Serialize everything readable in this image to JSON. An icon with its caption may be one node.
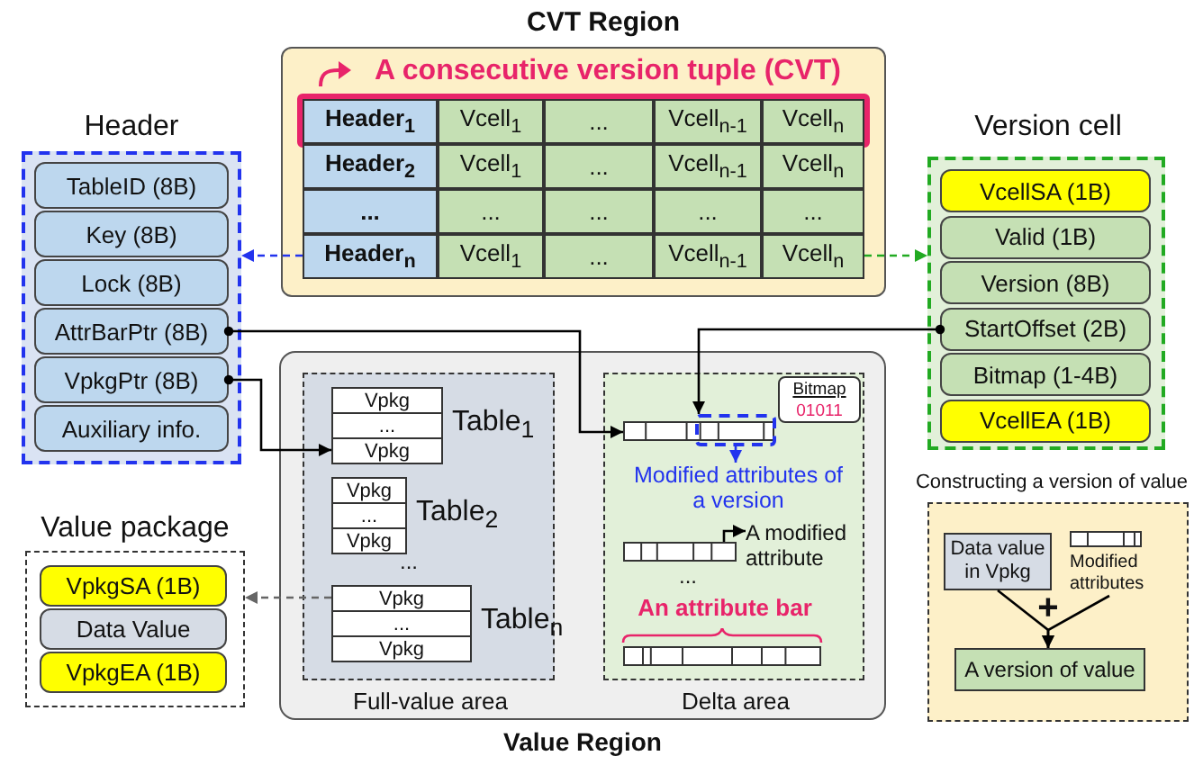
{
  "diagram": {
    "nodes": [
      {
        "text": [
          "CVT Region"
        ]
      },
      {
        "text": [
          "A consecutive version tuple (CVT)"
        ],
        "in": 0
      },
      {
        "text": [
          "Header$_{1}$"
        ],
        "in": 1
      },
      {
        "text": [
          "Vcell$_{1}$"
        ],
        "in": 1
      },
      {
        "text": [
          "..."
        ],
        "in": 1
      },
      {
        "text": [
          "Vcell$_{n-1}$"
        ],
        "in": 1
      },
      {
        "text": [
          "Vcell$_{n}$"
        ],
        "in": 1
      },
      {
        "text": [
          "Header$_{2}$"
        ],
        "in": 0
      },
      {
        "text": [
          "Vcell$_{1}$"
        ],
        "in": 0
      },
      {
        "text": [
          "..."
        ],
        "in": 0
      },
      {
        "text": [
          "Vcell$_{n-1}$"
        ],
        "in": 0
      },
      {
        "text": [
          "Vcell$_{n}$"
        ],
        "in": 0
      },
      {
        "text": [
          "..."
        ],
        "in": 0
      },
      {
        "text": [
          "..."
        ],
        "in": 0
      },
      {
        "text": [
          "..."
        ],
        "in": 0
      },
      {
        "text": [
          "..."
        ],
        "in": 0
      },
      {
        "text": [
          "..."
        ],
        "in": 0
      },
      {
        "text": [
          "Header$_{n}$"
        ],
        "in": 0
      },
      {
        "text": [
          "Vcell$_{1}$"
        ],
        "in": 0
      },
      {
        "text": [
          "..."
        ],
        "in": 0
      },
      {
        "text": [
          "Vcell$_{n-1}$"
        ],
        "in": 0
      },
      {
        "text": [
          "Vcell$_{n}$"
        ],
        "in": 0
      },
      {
        "text": [
          "Header"
        ]
      },
      {
        "text": [
          "TableID (8B)"
        ],
        "in": 22
      },
      {
        "text": [
          "Key (8B)"
        ],
        "in": 22
      },
      {
        "text": [
          "Lock (8B)"
        ],
        "in": 22
      },
      {
        "text": [
          "AttrBarPtr (8B)"
        ],
        "in": 22
      },
      {
        "text": [
          "VpkgPtr (8B)"
        ],
        "in": 22
      },
      {
        "text": [
          "Auxiliary info."
        ],
        "in": 22
      },
      {
        "text": [
          "Version cell"
        ]
      },
      {
        "text": [
          "VcellSA (1B)"
        ],
        "in": 29
      },
      {
        "text": [
          "Valid (1B)"
        ],
        "in": 29
      },
      {
        "text": [
          "Version (8B)"
        ],
        "in": 29
      },
      {
        "text": [
          "StartOffset (2B)"
        ],
        "in": 29
      },
      {
        "text": [
          "Bitmap (1-4B)"
        ],
        "in": 29
      },
      {
        "text": [
          "VcellEA (1B)"
        ],
        "in": 29
      },
      {
        "text": [
          "Value Region"
        ]
      },
      {
        "text": [
          "Full-value area"
        ],
        "in": 36
      },
      {
        "text": [
          "Vpkg",
          "...",
          "Vpkg"
        ],
        "beside": [
          "Table$_{1}$"
        ],
        "in": 37
      },
      {
        "text": [
          "Vpkg",
          "...",
          "Vpkg"
        ],
        "beside": [
          "Table$_{2}$"
        ],
        "in": 37
      },
      {
        "text": [
          "Vpkg",
          "...",
          "Vpkg"
        ],
        "beside": [
          "Table$_{n}$"
        ],
        "in": 37
      },
      {
        "text": [
          "Delta area"
        ],
        "in": 36
      },
      {
        "text": [],
        "shape": "bar",
        "in": 41
      },
      {
        "text": [
          "Bitmap",
          "01011"
        ],
        "in": 41
      },
      {
        "text": [],
        "shape": "box",
        "in": 41
      },
      {
        "text": [
          "Modified attributes of a version"
        ],
        "in": 41
      },
      {
        "text": [],
        "shape": "bar",
        "in": 41
      },
      {
        "text": [
          "A modified attribute"
        ],
        "in": 41
      },
      {
        "text": [
          "An attribute bar"
        ],
        "in": 41
      },
      {
        "text": [],
        "shape": "bar",
        "in": 41
      },
      {
        "text": [
          "Value package"
        ]
      },
      {
        "text": [
          "VpkgSA (1B)"
        ],
        "in": 50
      },
      {
        "text": [
          "Data Value"
        ],
        "in": 50
      },
      {
        "text": [
          "VpkgEA (1B)"
        ],
        "in": 50
      },
      {
        "text": [
          "Constructing a version of value"
        ]
      },
      {
        "text": [
          "Data value in Vpkg"
        ],
        "in": 54
      },
      {
        "text": [],
        "shape": "bar",
        "beside": [
          "Modified attributes"
        ],
        "in": 54
      },
      {
        "text": [
          "A version of value"
        ],
        "in": 54
      }
    ],
    "edges": [
      {
        "from": 17,
        "to": 22,
        "arrow": "to",
        "style": "dashed",
        "color": "#2233ee"
      },
      {
        "from": 21,
        "to": 29,
        "arrow": "to",
        "style": "dashed",
        "color": "#22aa22"
      },
      {
        "from": 26,
        "to": 42,
        "arrow": "to"
      },
      {
        "from": 27,
        "to": 38,
        "arrow": "to"
      },
      {
        "from": 33,
        "to": 44,
        "arrow": "to"
      },
      {
        "from": 40,
        "to": 50,
        "arrow": "to",
        "style": "dashed",
        "color": "#666666"
      },
      {
        "from": 44,
        "to": 45,
        "arrow": "to",
        "color": "#2233ee"
      },
      {
        "from": 46,
        "to": 47,
        "arrow": "to"
      },
      {
        "from": 55,
        "to": 57,
        "arrow": "to"
      },
      {
        "from": 56,
        "to": 57,
        "arrow": "to"
      }
    ],
    "labels": [
      "...",
      "...",
      "+"
    ]
  }
}
